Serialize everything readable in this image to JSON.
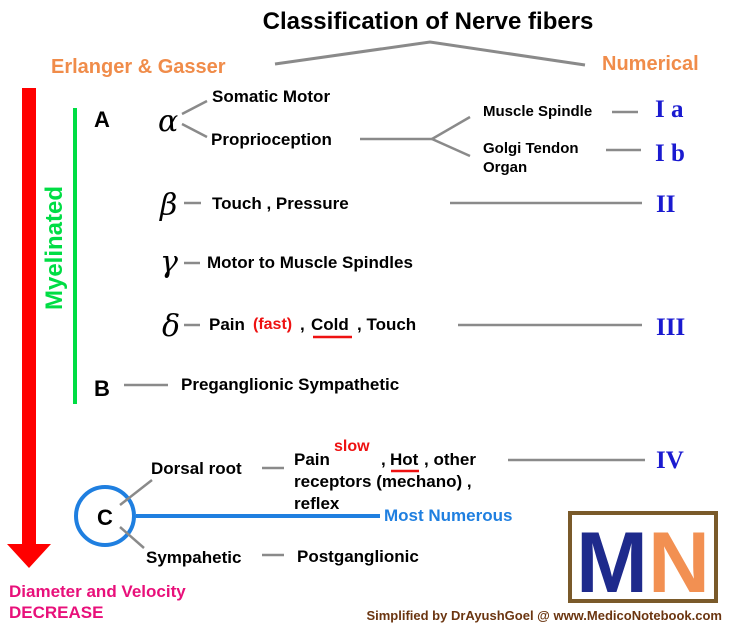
{
  "title": "Classification of Nerve fibers",
  "left_heading": "Erlanger & Gasser",
  "right_heading": "Numerical",
  "myelinated_label": "Myelinated",
  "decrease_line1": "Diameter and Velocity",
  "decrease_line2": "DECREASE",
  "groups": {
    "a": "A",
    "b": "B",
    "c": "C"
  },
  "alpha": {
    "symbol": "α",
    "somatic_motor": "Somatic Motor",
    "proprioception": "Proprioception",
    "muscle_spindle": "Muscle Spindle",
    "golgi_line1": "Golgi Tendon",
    "golgi_line2": "Organ",
    "num_ia": "I a",
    "num_ib": "I b"
  },
  "beta": {
    "symbol": "β",
    "label": "Touch , Pressure",
    "num": "II"
  },
  "gamma": {
    "symbol": "γ",
    "label": "Motor to Muscle Spindles"
  },
  "delta": {
    "symbol": "δ",
    "pain": "Pain",
    "fast": "(fast)",
    "comma1": ",",
    "cold": "Cold",
    "touch": ", Touch",
    "num": "III"
  },
  "b_label": "Preganglionic Sympathetic",
  "c": {
    "dorsal_root": "Dorsal root",
    "pain": "Pain",
    "slow": "slow",
    "comma": ",",
    "hot": "Hot",
    "other": ", other",
    "line2": "receptors (mechano) ,",
    "line3": "reflex",
    "num": "IV",
    "most_numerous": "Most Numerous",
    "sympathetic": "Sympahetic",
    "postganglionic": "Postganglionic"
  },
  "logo": {
    "m": "M",
    "n": "N"
  },
  "footer": "Simplified by DrAyushGoel @ www.MedicoNotebook.com",
  "colors": {
    "orange": "#f08c4a",
    "red_arrow": "#ff0000",
    "green": "#00dd44",
    "blue_numeral": "#1a1ad0",
    "light_blue": "#1f7fe0",
    "pink": "#e8107a",
    "gray_line": "#8a8a8a",
    "logo_blue": "#1e2a8c",
    "logo_orange": "#f29052",
    "logo_border": "#7a5a2a",
    "footer_text": "#6b3510",
    "note_red": "#ee1111"
  }
}
